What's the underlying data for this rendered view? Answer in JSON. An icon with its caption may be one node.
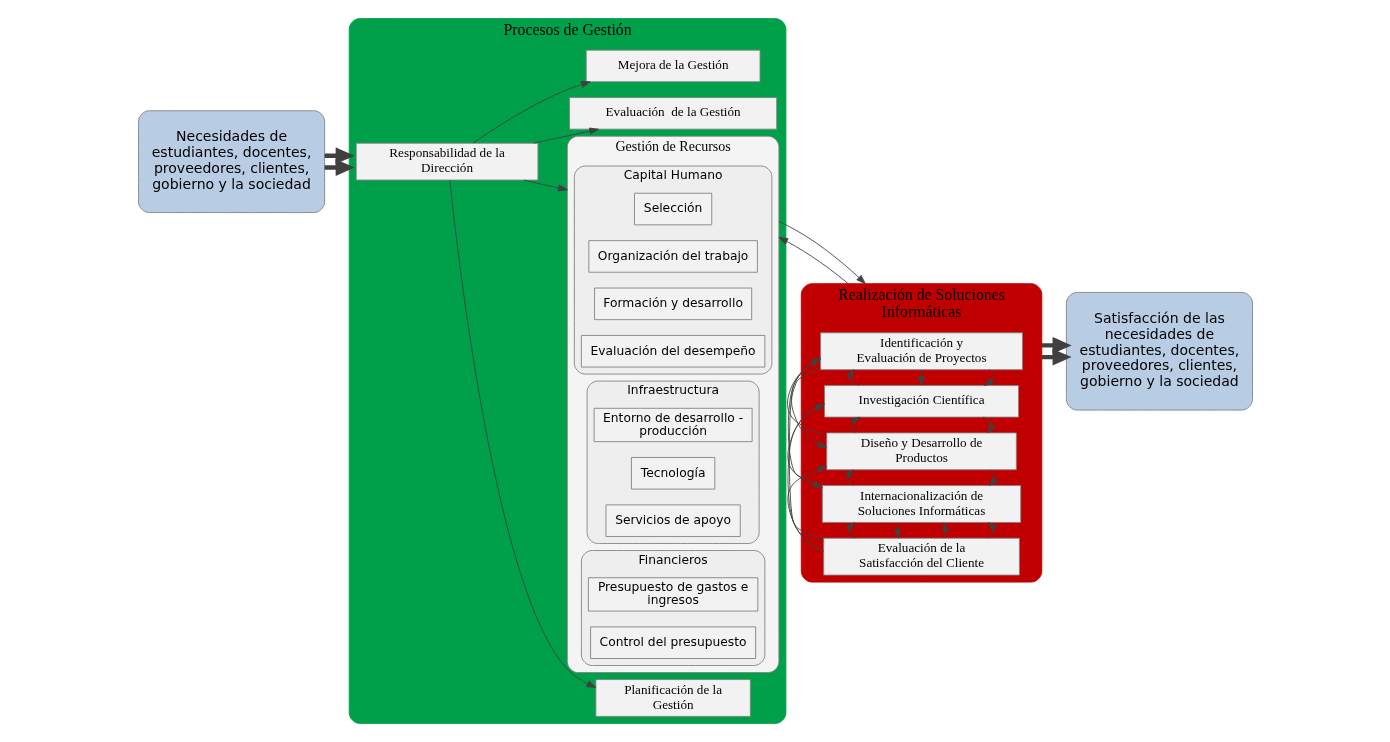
{
  "diagram": {
    "nodes": [
      {
        "text": [
          "Necesidades de estudiantes, docentes, proveedores, clientes, gobierno y la sociedad"
        ]
      },
      {
        "text": [
          "Procesos de Gestión"
        ]
      },
      {
        "text": [
          "Responsabilidad de la Dirección"
        ],
        "in": 1
      },
      {
        "text": [
          "Planificación de la Gestión"
        ],
        "in": 1
      },
      {
        "text": [
          "Gestión de Recursos"
        ],
        "in": 1
      },
      {
        "text": [
          "Capital Humano"
        ],
        "in": 4
      },
      {
        "text": [
          "Selección"
        ],
        "in": 5
      },
      {
        "text": [
          "Organización del trabajo"
        ],
        "in": 5
      },
      {
        "text": [
          "Formación y desarrollo"
        ],
        "in": 5
      },
      {
        "text": [
          "Evaluación del desempeño"
        ],
        "in": 5
      },
      {
        "text": [
          "Infraestructura"
        ],
        "in": 4
      },
      {
        "text": [
          "Entorno de desarrollo - producción"
        ],
        "in": 10
      },
      {
        "text": [
          "Tecnología"
        ],
        "in": 10
      },
      {
        "text": [
          "Servicios de apoyo"
        ],
        "in": 10
      },
      {
        "text": [
          "Financieros"
        ],
        "in": 4
      },
      {
        "text": [
          "Presupuesto de gastos e ingresos"
        ],
        "in": 14
      },
      {
        "text": [
          "Control del presupuesto"
        ],
        "in": 14
      },
      {
        "text": [
          "Evaluación  de la Gestión"
        ],
        "in": 1
      },
      {
        "text": [
          "Mejora de la Gestión"
        ],
        "in": 1
      },
      {
        "text": [
          "Realización de Soluciones Informáticas"
        ]
      },
      {
        "text": [
          "Identificación y Evaluación de Proyectos"
        ],
        "in": 19
      },
      {
        "text": [
          "Investigación Científica"
        ],
        "in": 19
      },
      {
        "text": [
          "Diseño y Desarrollo de Productos"
        ],
        "in": 19
      },
      {
        "text": [
          "Internacionalización de Soluciones Informáticas"
        ],
        "in": 19
      },
      {
        "text": [
          "Evaluación de la Satisfacción del Cliente"
        ],
        "in": 19
      },
      {
        "text": [
          "Satisfacción de las necesidades de estudiantes, docentes, proveedores, clientes, gobierno y la sociedad"
        ]
      }
    ],
    "edges": [
      {
        "from": 0,
        "to": 1,
        "arrow": "to",
        "style": "thick"
      },
      {
        "from": 0,
        "to": 1,
        "arrow": "to",
        "style": "thick"
      },
      {
        "from": 2,
        "to": 3,
        "arrow": "to"
      },
      {
        "from": 2,
        "to": 4,
        "arrow": "to"
      },
      {
        "from": 2,
        "to": 17,
        "arrow": "to"
      },
      {
        "from": 2,
        "to": 18,
        "arrow": "to"
      },
      {
        "from": 4,
        "to": 19,
        "arrow": "to"
      },
      {
        "from": 19,
        "to": 4,
        "arrow": "to"
      },
      {
        "from": 20,
        "to": 21,
        "arrow": "to"
      },
      {
        "from": 20,
        "to": 23,
        "arrow": "to"
      },
      {
        "from": 24,
        "to": 21,
        "arrow": "to"
      },
      {
        "from": 24,
        "to": 23,
        "arrow": "to"
      },
      {
        "from": 20,
        "to": 21,
        "arrow": "to"
      },
      {
        "from": 21,
        "to": 20,
        "arrow": "to"
      },
      {
        "from": 23,
        "to": 21,
        "arrow": "to"
      },
      {
        "from": 24,
        "to": 23,
        "arrow": "to"
      },
      {
        "from": 21,
        "to": 22,
        "arrow": "to"
      },
      {
        "from": 22,
        "to": 21,
        "arrow": "to"
      },
      {
        "from": 20,
        "to": 22,
        "arrow": "to"
      },
      {
        "from": 22,
        "to": 20,
        "arrow": "to"
      },
      {
        "from": 22,
        "to": 23,
        "arrow": "to"
      },
      {
        "from": 23,
        "to": 22,
        "arrow": "to"
      },
      {
        "from": 23,
        "to": 24,
        "arrow": "to"
      },
      {
        "from": 24,
        "to": 20,
        "arrow": "to"
      },
      {
        "from": 24,
        "to": 22,
        "arrow": "to"
      },
      {
        "from": 24,
        "to": 23,
        "arrow": "to"
      },
      {
        "from": 19,
        "to": 25,
        "arrow": "to",
        "style": "thick"
      },
      {
        "from": 19,
        "to": 25,
        "arrow": "to",
        "style": "thick"
      }
    ]
  }
}
